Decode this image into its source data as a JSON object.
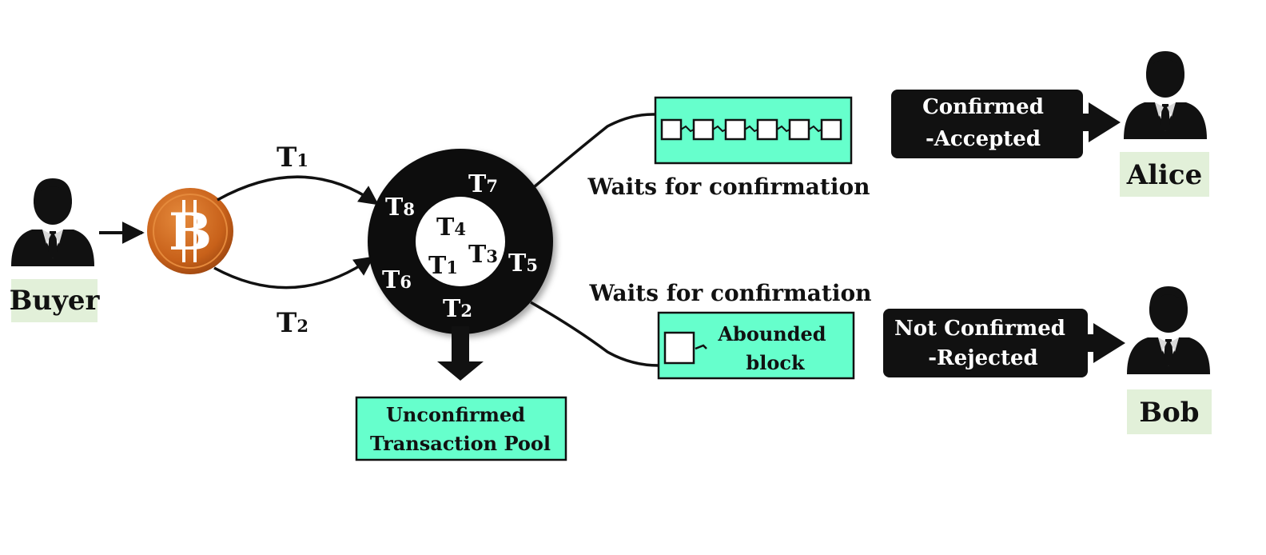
{
  "colors": {
    "accent_box": "#66ffcc",
    "name_tag": "#e2f0d9",
    "bitcoin": "#c8611a",
    "dark": "#111111"
  },
  "icons": {
    "person": "person-icon",
    "bitcoin": "bitcoin-coin-icon"
  },
  "buyer": {
    "label": "Buyer"
  },
  "bitcoin_symbol": "B",
  "edges": {
    "t1": {
      "main": "T",
      "sub": "1"
    },
    "t2": {
      "main": "T",
      "sub": "2"
    }
  },
  "pool_ring": [
    {
      "main": "T",
      "sub": "7"
    },
    {
      "main": "T",
      "sub": "8"
    },
    {
      "main": "T",
      "sub": "6"
    },
    {
      "main": "T",
      "sub": "5"
    },
    {
      "main": "T",
      "sub": "2"
    }
  ],
  "pool_hole": [
    {
      "main": "T",
      "sub": "4"
    },
    {
      "main": "T",
      "sub": "1"
    },
    {
      "main": "T",
      "sub": "3"
    }
  ],
  "unconfirmed_pool": {
    "line1": "Unconfirmed",
    "line2": "Transaction Pool"
  },
  "chain_top": {
    "caption": "Waits for confirmation"
  },
  "chain_bottom": {
    "caption": "Waits for confirmation",
    "line1": "Abounded",
    "line2": "block"
  },
  "confirmed": {
    "line1": "Confirmed",
    "line2": "-Accepted"
  },
  "rejected": {
    "line1": "Not Confirmed",
    "line2": "-Rejected"
  },
  "alice": {
    "label": "Alice"
  },
  "bob": {
    "label": "Bob"
  }
}
